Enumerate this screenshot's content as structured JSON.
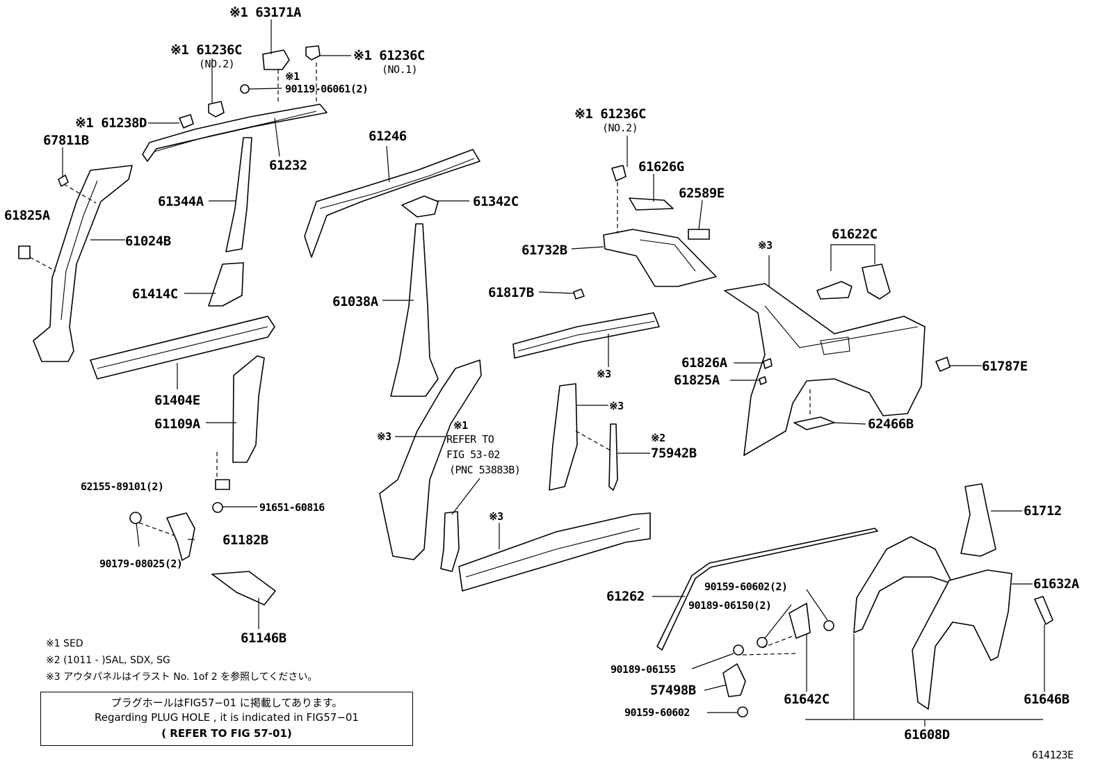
{
  "callouts": {
    "p63171A": "※1 63171A",
    "p61236C_a": "※1 61236C",
    "p61236C_a_sub": "(NO.2)",
    "p61236C_b": "※1 61236C",
    "p61236C_b_sub": "(NO.1)",
    "p90119_mark": "※1",
    "p90119": "90119-06061(2)",
    "p61238D": "※1 61238D",
    "p67811B": "67811B",
    "p61232": "61232",
    "p61825A_l": "61825A",
    "p61024B": "61024B",
    "p61344A": "61344A",
    "p61414C": "61414C",
    "p61404E": "61404E",
    "p61109A": "61109A",
    "p62155": "62155-89101(2)",
    "p91651": "91651-60816",
    "p61182B": "61182B",
    "p90179": "90179-08025(2)",
    "p61146B": "61146B",
    "p61246": "61246",
    "p61342C": "61342C",
    "p61038A": "61038A",
    "p_x3_pillar": "※3",
    "refer_mark": "※1",
    "refer_1": "REFER TO",
    "refer_2": "FIG 53-02",
    "refer_3": "(PNC 53883B)",
    "p_x3_sill": "※3",
    "p61236C_c": "※1 61236C",
    "p61236C_c_sub": "(NO.2)",
    "p61626G": "61626G",
    "p62589E": "62589E",
    "p61732B": "61732B",
    "p61817B": "61817B",
    "p_x3_rail": "※3",
    "p_x3_cpillar": "※3",
    "p75942B_mark": "※2",
    "p75942B": "75942B",
    "p_x3_quarter": "※3",
    "p61622C": "61622C",
    "p61826A": "61826A",
    "p61825A_r": "61825A",
    "p61787E": "61787E",
    "p62466B": "62466B",
    "p61712": "61712",
    "p61632A": "61632A",
    "p61262": "61262",
    "p90159_a": "90159-60602(2)",
    "p90189_a": "90189-06150(2)",
    "p90189_b": "90189-06155",
    "p57498B": "57498B",
    "p90159_b": "90159-60602",
    "p61642C": "61642C",
    "p61646B": "61646B",
    "p61608D": "61608D"
  },
  "notes": {
    "n1": "※1 SED",
    "n2": "※2 (1011 -      )SAL, SDX, SG",
    "n3": "※3 アウタパネルはイラスト No. 1of 2 を参照してください。"
  },
  "plug_box": {
    "line1": "プラグホールはFIG57−01 に掲載してあります。",
    "line2": "Regarding  PLUG HOLE , it is indicated in  FIG57−01",
    "line3": "( REFER  TO FIG 57-01)"
  },
  "figure_id": "614123E"
}
